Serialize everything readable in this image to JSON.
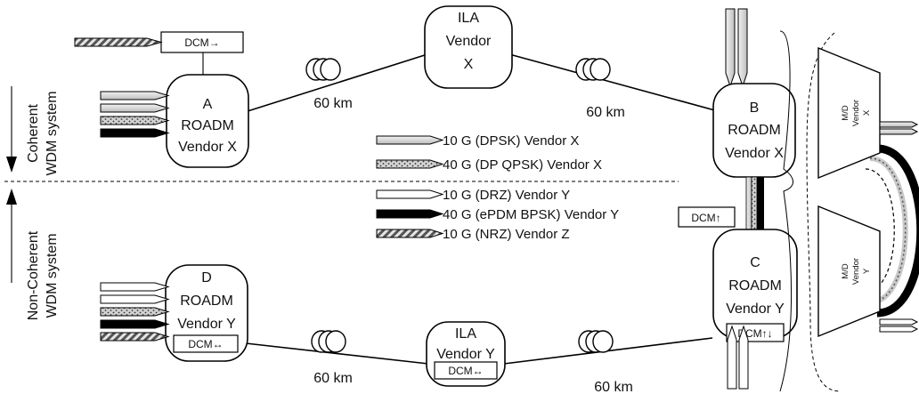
{
  "side_labels": {
    "top_line1": "Coherent",
    "top_line2": "WDM system",
    "bottom_line1": "Non-Coherent",
    "bottom_line2": "WDM system"
  },
  "nodes": {
    "a": {
      "line1": "A",
      "line2": "ROADM",
      "line3": "Vendor X"
    },
    "b": {
      "line1": "B",
      "line2": "ROADM",
      "line3": "Vendor X"
    },
    "c": {
      "line1": "C",
      "line2": "ROADM",
      "line3": "Vendor Y"
    },
    "d": {
      "line1": "D",
      "line2": "ROADM",
      "line3": "Vendor Y"
    },
    "ila_x": {
      "line1": "ILA",
      "line2": "Vendor",
      "line3": "X"
    },
    "ila_y": {
      "line1": "ILA",
      "line2": "Vendor Y"
    }
  },
  "dcm": {
    "a": "DCM→",
    "b": "DCM↑",
    "c": "DCM↑↓",
    "d": "DCM↔",
    "ila_y": "DCM↔"
  },
  "spans": {
    "a_ila": "60 km",
    "ila_b": "60 km",
    "d_ila": "60 km",
    "ila_c": "60 km"
  },
  "legend": [
    {
      "label": "10 G (DPSK) Vendor X",
      "pattern": "light-gray"
    },
    {
      "label": "40 G (DP QPSK) Vendor X",
      "pattern": "dotted"
    },
    {
      "label": "10 G (DRZ) Vendor Y",
      "pattern": "white"
    },
    {
      "label": "40 G (ePDM BPSK) Vendor Y",
      "pattern": "black"
    },
    {
      "label": "10 G (NRZ) Vendor Z",
      "pattern": "hatched"
    }
  ],
  "md": {
    "top_line1": "M/D",
    "top_line2": "Vendor",
    "top_line3": "X",
    "bottom_line1": "M/D",
    "bottom_line2": "Vendor",
    "bottom_line3": "Y"
  }
}
